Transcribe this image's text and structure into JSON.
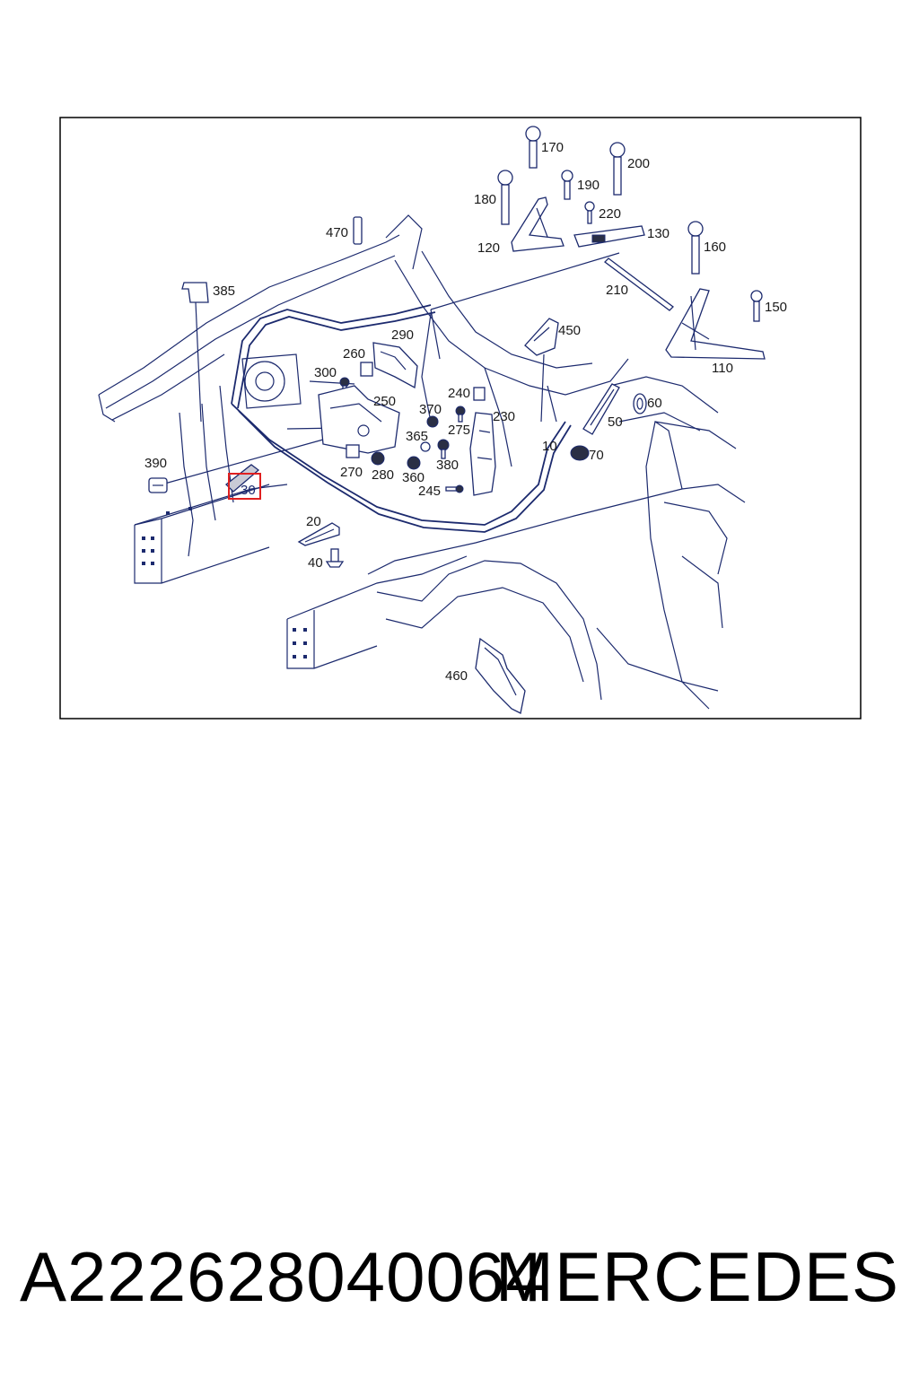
{
  "diagram": {
    "callouts": [
      {
        "id": "470",
        "label": "470"
      },
      {
        "id": "385",
        "label": "385"
      },
      {
        "id": "390",
        "label": "390"
      },
      {
        "id": "30",
        "label": "30",
        "highlighted": true
      },
      {
        "id": "20",
        "label": "20"
      },
      {
        "id": "40",
        "label": "40"
      },
      {
        "id": "290",
        "label": "290"
      },
      {
        "id": "260",
        "label": "260"
      },
      {
        "id": "300",
        "label": "300"
      },
      {
        "id": "250",
        "label": "250"
      },
      {
        "id": "270",
        "label": "270"
      },
      {
        "id": "280",
        "label": "280"
      },
      {
        "id": "370",
        "label": "370"
      },
      {
        "id": "365",
        "label": "365"
      },
      {
        "id": "360",
        "label": "360"
      },
      {
        "id": "275",
        "label": "275"
      },
      {
        "id": "240",
        "label": "240"
      },
      {
        "id": "230",
        "label": "230"
      },
      {
        "id": "380",
        "label": "380"
      },
      {
        "id": "245",
        "label": "245"
      },
      {
        "id": "170",
        "label": "170"
      },
      {
        "id": "200",
        "label": "200"
      },
      {
        "id": "190",
        "label": "190"
      },
      {
        "id": "180",
        "label": "180"
      },
      {
        "id": "220",
        "label": "220"
      },
      {
        "id": "120",
        "label": "120"
      },
      {
        "id": "130",
        "label": "130"
      },
      {
        "id": "160",
        "label": "160"
      },
      {
        "id": "210",
        "label": "210"
      },
      {
        "id": "150",
        "label": "150"
      },
      {
        "id": "110",
        "label": "110"
      },
      {
        "id": "450",
        "label": "450"
      },
      {
        "id": "60",
        "label": "60"
      },
      {
        "id": "50",
        "label": "50"
      },
      {
        "id": "10",
        "label": "10"
      },
      {
        "id": "70",
        "label": "70"
      },
      {
        "id": "460",
        "label": "460"
      }
    ],
    "highlight_color": "#e02020",
    "line_color": "#1c2a6e"
  },
  "footer": {
    "part_number": "A222628040064",
    "brand": "MERCEDES"
  }
}
